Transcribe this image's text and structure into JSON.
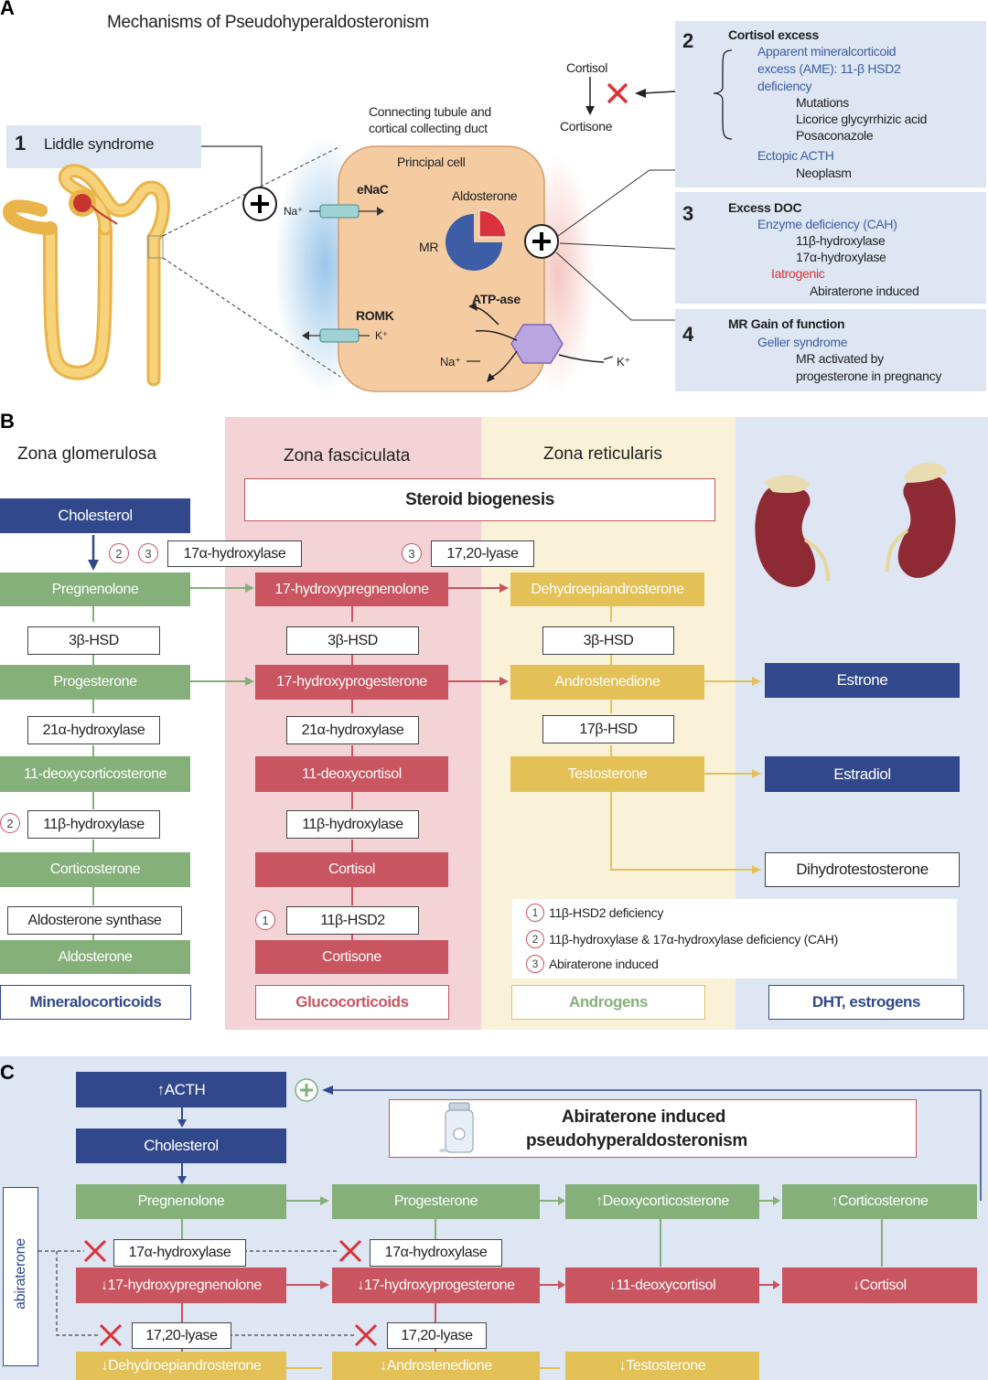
{
  "panel_a": {
    "letter": "A",
    "title": "Mechanisms of Pseudohyperaldosteronism",
    "box1": {
      "num": "1",
      "label": "Liddle syndrome"
    },
    "duct_label_1": "Connecting tubule and",
    "duct_label_2": "cortical collecting duct",
    "cortisol": "Cortisol",
    "cortisone": "Cortisone",
    "principal_cell": "Principal cell",
    "enac": "eNaC",
    "aldosterone": "Aldosterone",
    "mr": "MR",
    "romk": "ROMK",
    "atpase": "ATP-ase",
    "na_plus_1": "Na⁺",
    "k_plus_1": "K⁺",
    "na_plus_2": "Na⁺",
    "k_plus_2": "K⁺",
    "box2": {
      "num": "2",
      "title": "Cortisol excess",
      "l1": "Apparent mineralcorticoid",
      "l2": "excess (AME): 11-β HSD2",
      "l3": "deficiency",
      "l4": "Mutations",
      "l5": "Licorice glycyrrhizic acid",
      "l6": "Posaconazole",
      "l7": "Ectopic ACTH",
      "l8": "Neoplasm"
    },
    "box3": {
      "num": "3",
      "title": "Excess DOC",
      "l1": "Enzyme deficiency (CAH)",
      "l2": "11β-hydroxylase",
      "l3": "17α-hydroxylase",
      "l4": "Iatrogenic",
      "l5": "Abiraterone induced"
    },
    "box4": {
      "num": "4",
      "title": "MR Gain of function",
      "l1": "Geller syndrome",
      "l2": "MR activated by",
      "l3": "progesterone in pregnancy"
    }
  },
  "panel_b": {
    "letter": "B",
    "zones": {
      "glom": "Zona glomerulosa",
      "fasc": "Zona fasciculata",
      "retic": "Zona reticularis"
    },
    "steroid_biogenesis": "Steroid biogenesis",
    "col1": {
      "cholesterol": "Cholesterol",
      "c1": "2",
      "c2": "3",
      "e_17a": "17α-hydroxylase",
      "pregnenolone": "Pregnenolone",
      "e_3b": "3β-HSD",
      "progesterone": "Progesterone",
      "e_21a": "21α-hydroxylase",
      "doc": "11-deoxycorticosterone",
      "c3": "2",
      "e_11b": "11β-hydroxylase",
      "corticosterone": "Corticosterone",
      "e_aldo": "Aldosterone synthase",
      "aldosterone": "Aldosterone",
      "class": "Mineralocorticoids"
    },
    "col2": {
      "c1": "3",
      "e_lyase": "17,20-lyase",
      "ohpreg": "17-hydroxypregnenolone",
      "e_3b": "3β-HSD",
      "ohprog": "17-hydroxyprogesterone",
      "e_21a": "21α-hydroxylase",
      "deoxycortisol": "11-deoxycortisol",
      "e_11b": "11β-hydroxylase",
      "cortisol": "Cortisol",
      "c2": "1",
      "e_hsd2": "11β-HSD2",
      "cortisone": "Cortisone",
      "class": "Glucocorticoids"
    },
    "col3": {
      "dhea": "Dehydroepiandrosterone",
      "e_3b": "3β-HSD",
      "androstenedione": "Androstenedione",
      "e_17b": "17β-HSD",
      "testosterone": "Testosterone",
      "class": "Androgens"
    },
    "col4": {
      "estrone": "Estrone",
      "estradiol": "Estradiol",
      "dht": "Dihydrotestosterone",
      "class": "DHT, estrogens"
    },
    "legend": {
      "n1": "1",
      "t1": "11β-HSD2 deficiency",
      "n2": "2",
      "t2": "11β-hydroxylase & 17α-hydroxylase deficiency (CAH)",
      "n3": "3",
      "t3": "Abiraterone induced"
    }
  },
  "panel_c": {
    "letter": "C",
    "acth": "↑ACTH",
    "cholesterol": "Cholesterol",
    "title_1": "Abiraterone induced",
    "title_2": "pseudohyperaldosteronism",
    "pregnenolone": "Pregnenolone",
    "progesterone": "Progesterone",
    "doc": "↑Deoxycorticosterone",
    "corticosterone": "↑Corticosterone",
    "e_17a_1": "17α-hydroxylase",
    "e_17a_2": "17α-hydroxylase",
    "ohpreg": "↓17-hydroxypregnenolone",
    "ohprog": "↓17-hydroxyprogesterone",
    "deoxycortisol": "↓11-deoxycortisol",
    "cortisol": "↓Cortisol",
    "e_lyase_1": "17,20-lyase",
    "e_lyase_2": "17,20-lyase",
    "dhea": "↓Dehydroepiandrosterone",
    "androstenedione": "↓Androstenedione",
    "testosterone": "↓Testosterone",
    "abiraterone": "abiraterone"
  },
  "colors": {
    "green": "#85b07a",
    "red": "#c85560",
    "yellow": "#e3c157",
    "dark_blue": "#31498c",
    "light_blue": "#dde6f2",
    "zone_pink": "#f4d3d6",
    "zone_cream": "#f9f1d8"
  }
}
